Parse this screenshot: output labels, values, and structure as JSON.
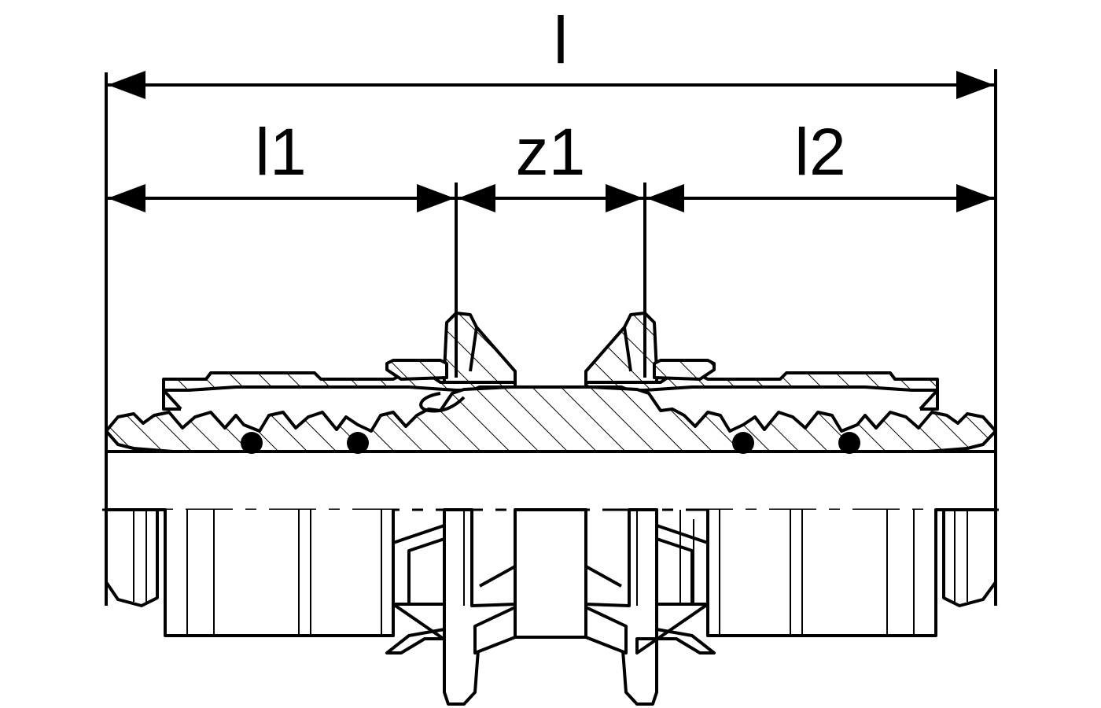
{
  "dimensions": {
    "overall": "l",
    "left_insertion": "l1",
    "center": "z1",
    "right_insertion": "l2"
  },
  "colors": {
    "line": "#000000",
    "background": "#ffffff"
  }
}
